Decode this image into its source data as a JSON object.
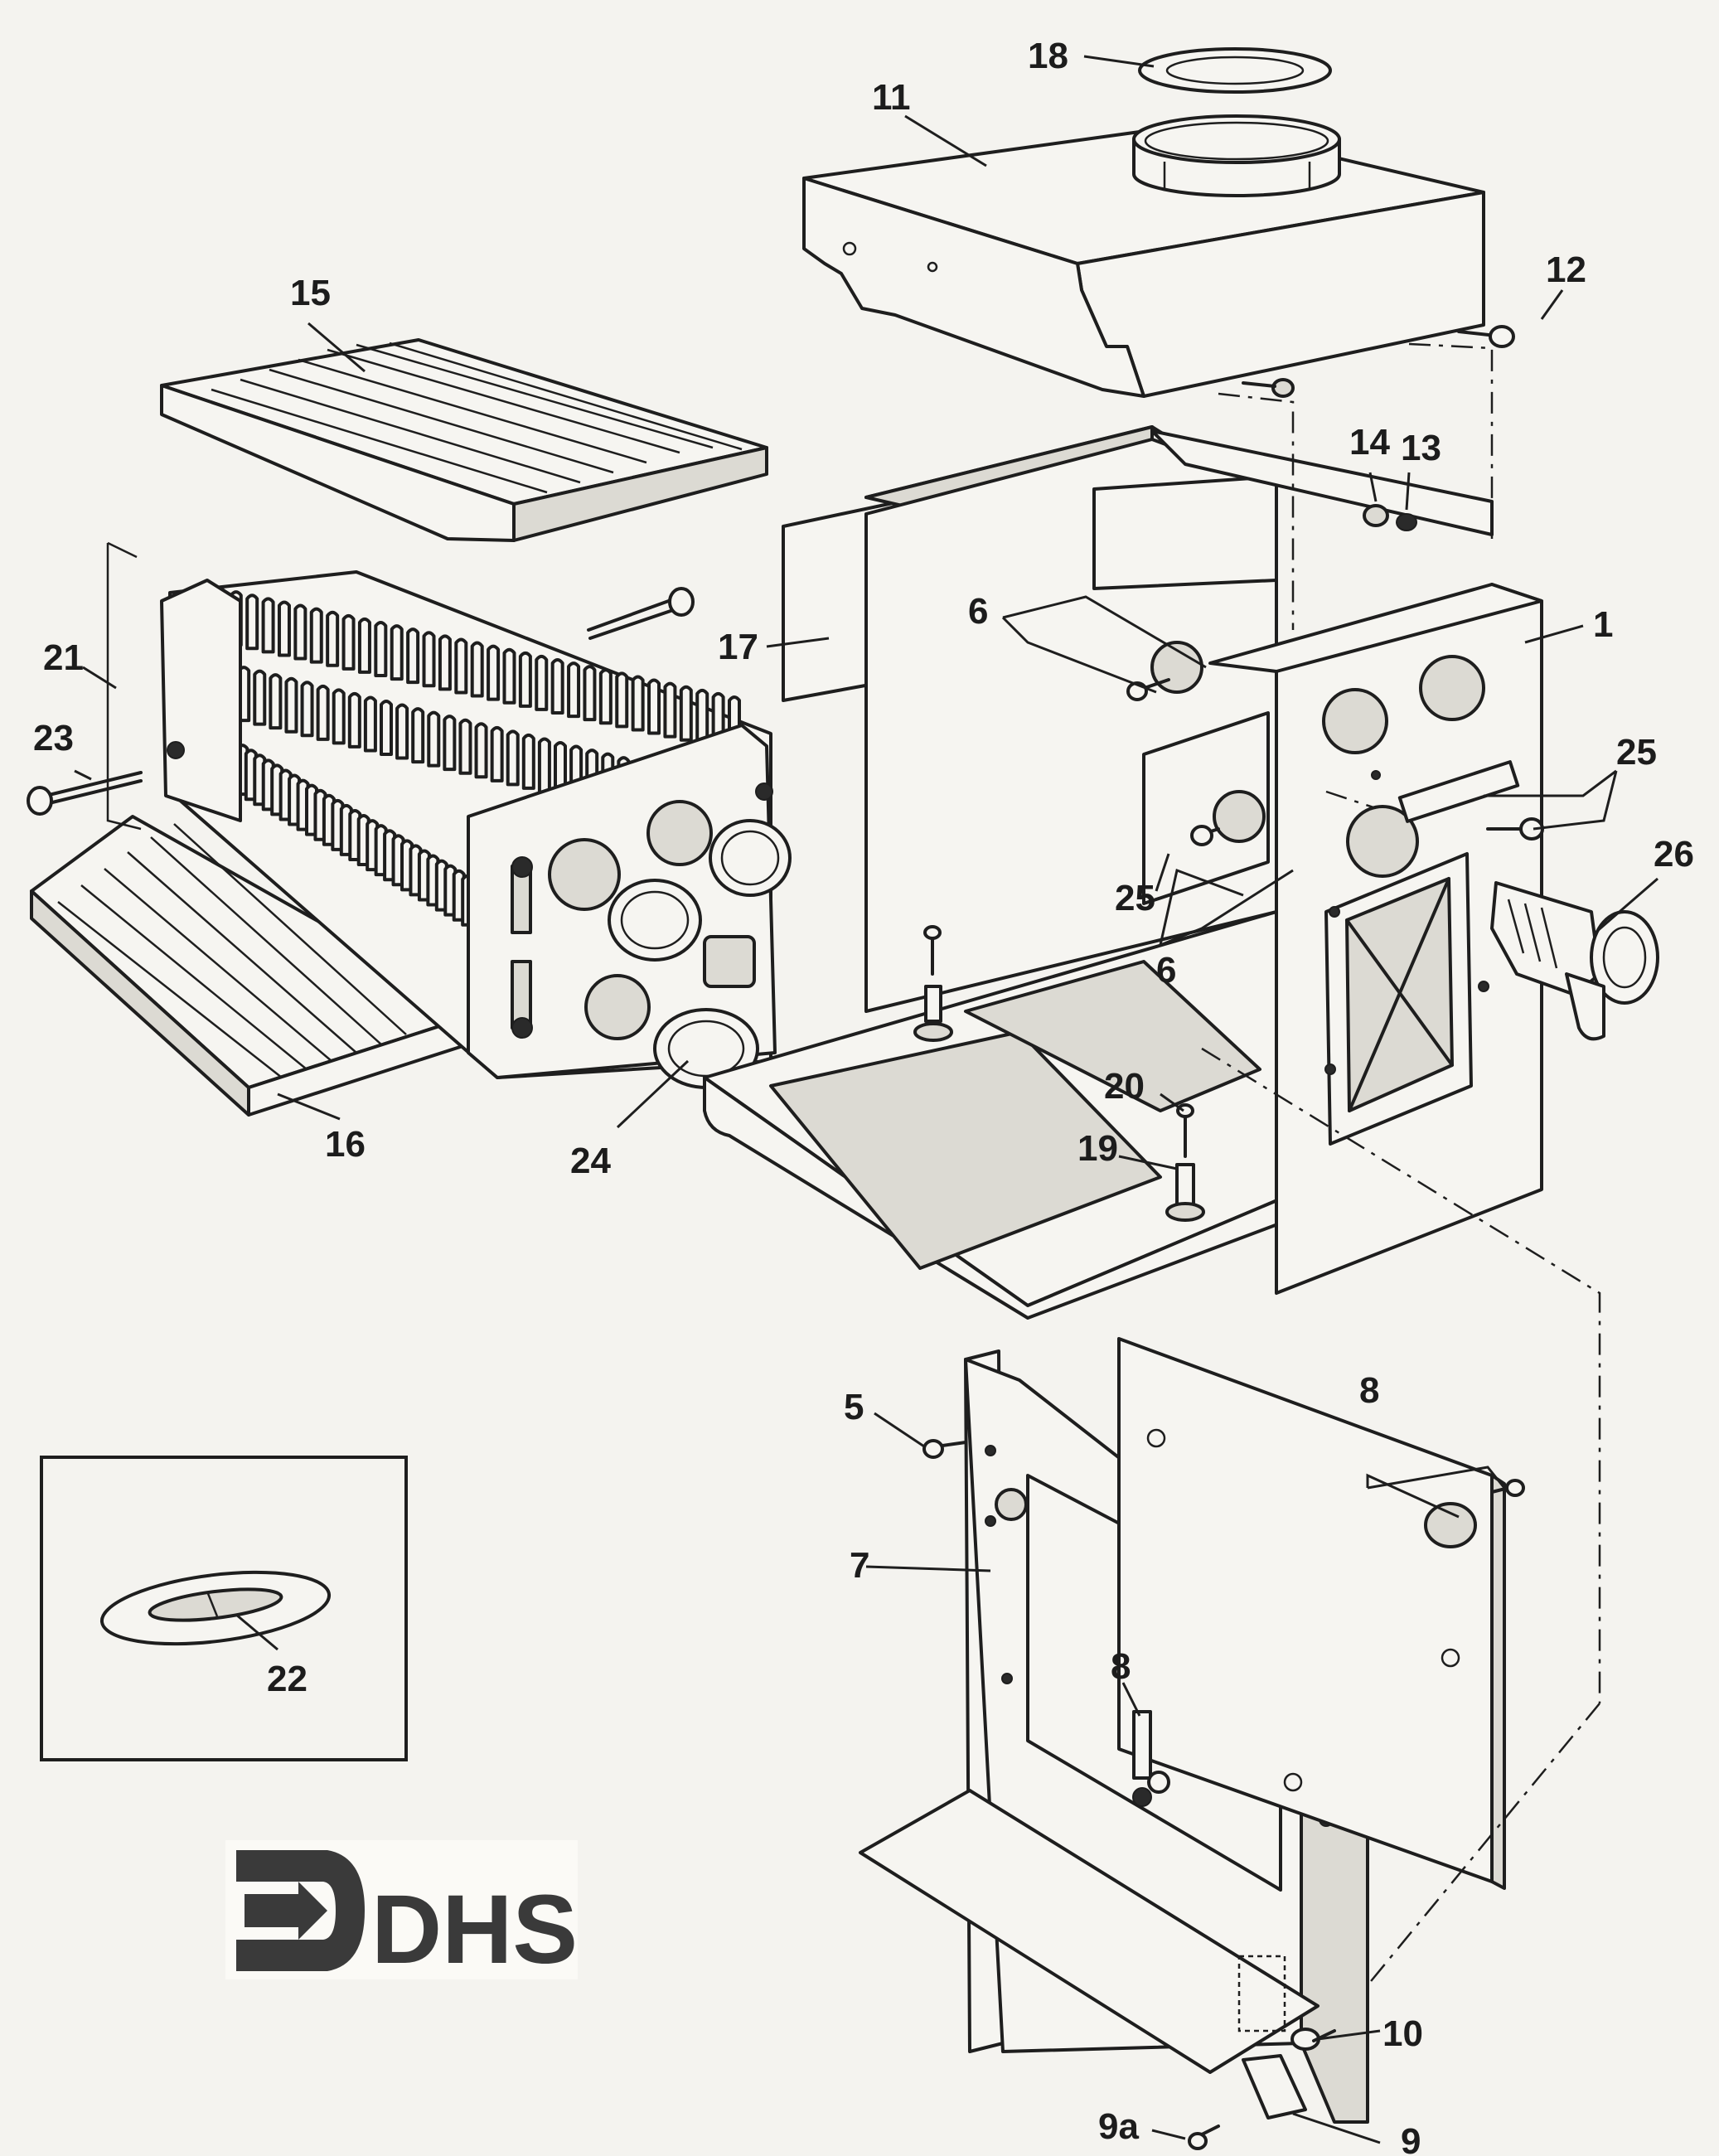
{
  "logo": {
    "text": "DHS",
    "icon": "arrow-bracket-logo-icon"
  },
  "callouts": [
    {
      "id": "c18",
      "label": "18"
    },
    {
      "id": "c11",
      "label": "11"
    },
    {
      "id": "c12",
      "label": "12"
    },
    {
      "id": "c15",
      "label": "15"
    },
    {
      "id": "c14",
      "label": "14"
    },
    {
      "id": "c13",
      "label": "13"
    },
    {
      "id": "c1",
      "label": "1"
    },
    {
      "id": "c6a",
      "label": "6"
    },
    {
      "id": "c17",
      "label": "17"
    },
    {
      "id": "c21",
      "label": "21"
    },
    {
      "id": "c23",
      "label": "23"
    },
    {
      "id": "c25a",
      "label": "25"
    },
    {
      "id": "c25b",
      "label": "25"
    },
    {
      "id": "c26",
      "label": "26"
    },
    {
      "id": "c6b",
      "label": "6"
    },
    {
      "id": "c20",
      "label": "20"
    },
    {
      "id": "c19",
      "label": "19"
    },
    {
      "id": "c16",
      "label": "16"
    },
    {
      "id": "c24",
      "label": "24"
    },
    {
      "id": "c5",
      "label": "5"
    },
    {
      "id": "c8a",
      "label": "8"
    },
    {
      "id": "c7",
      "label": "7"
    },
    {
      "id": "c8b",
      "label": "8"
    },
    {
      "id": "c22",
      "label": "22"
    },
    {
      "id": "c10",
      "label": "10"
    },
    {
      "id": "c9a",
      "label": "9a"
    },
    {
      "id": "c9",
      "label": "9"
    }
  ]
}
